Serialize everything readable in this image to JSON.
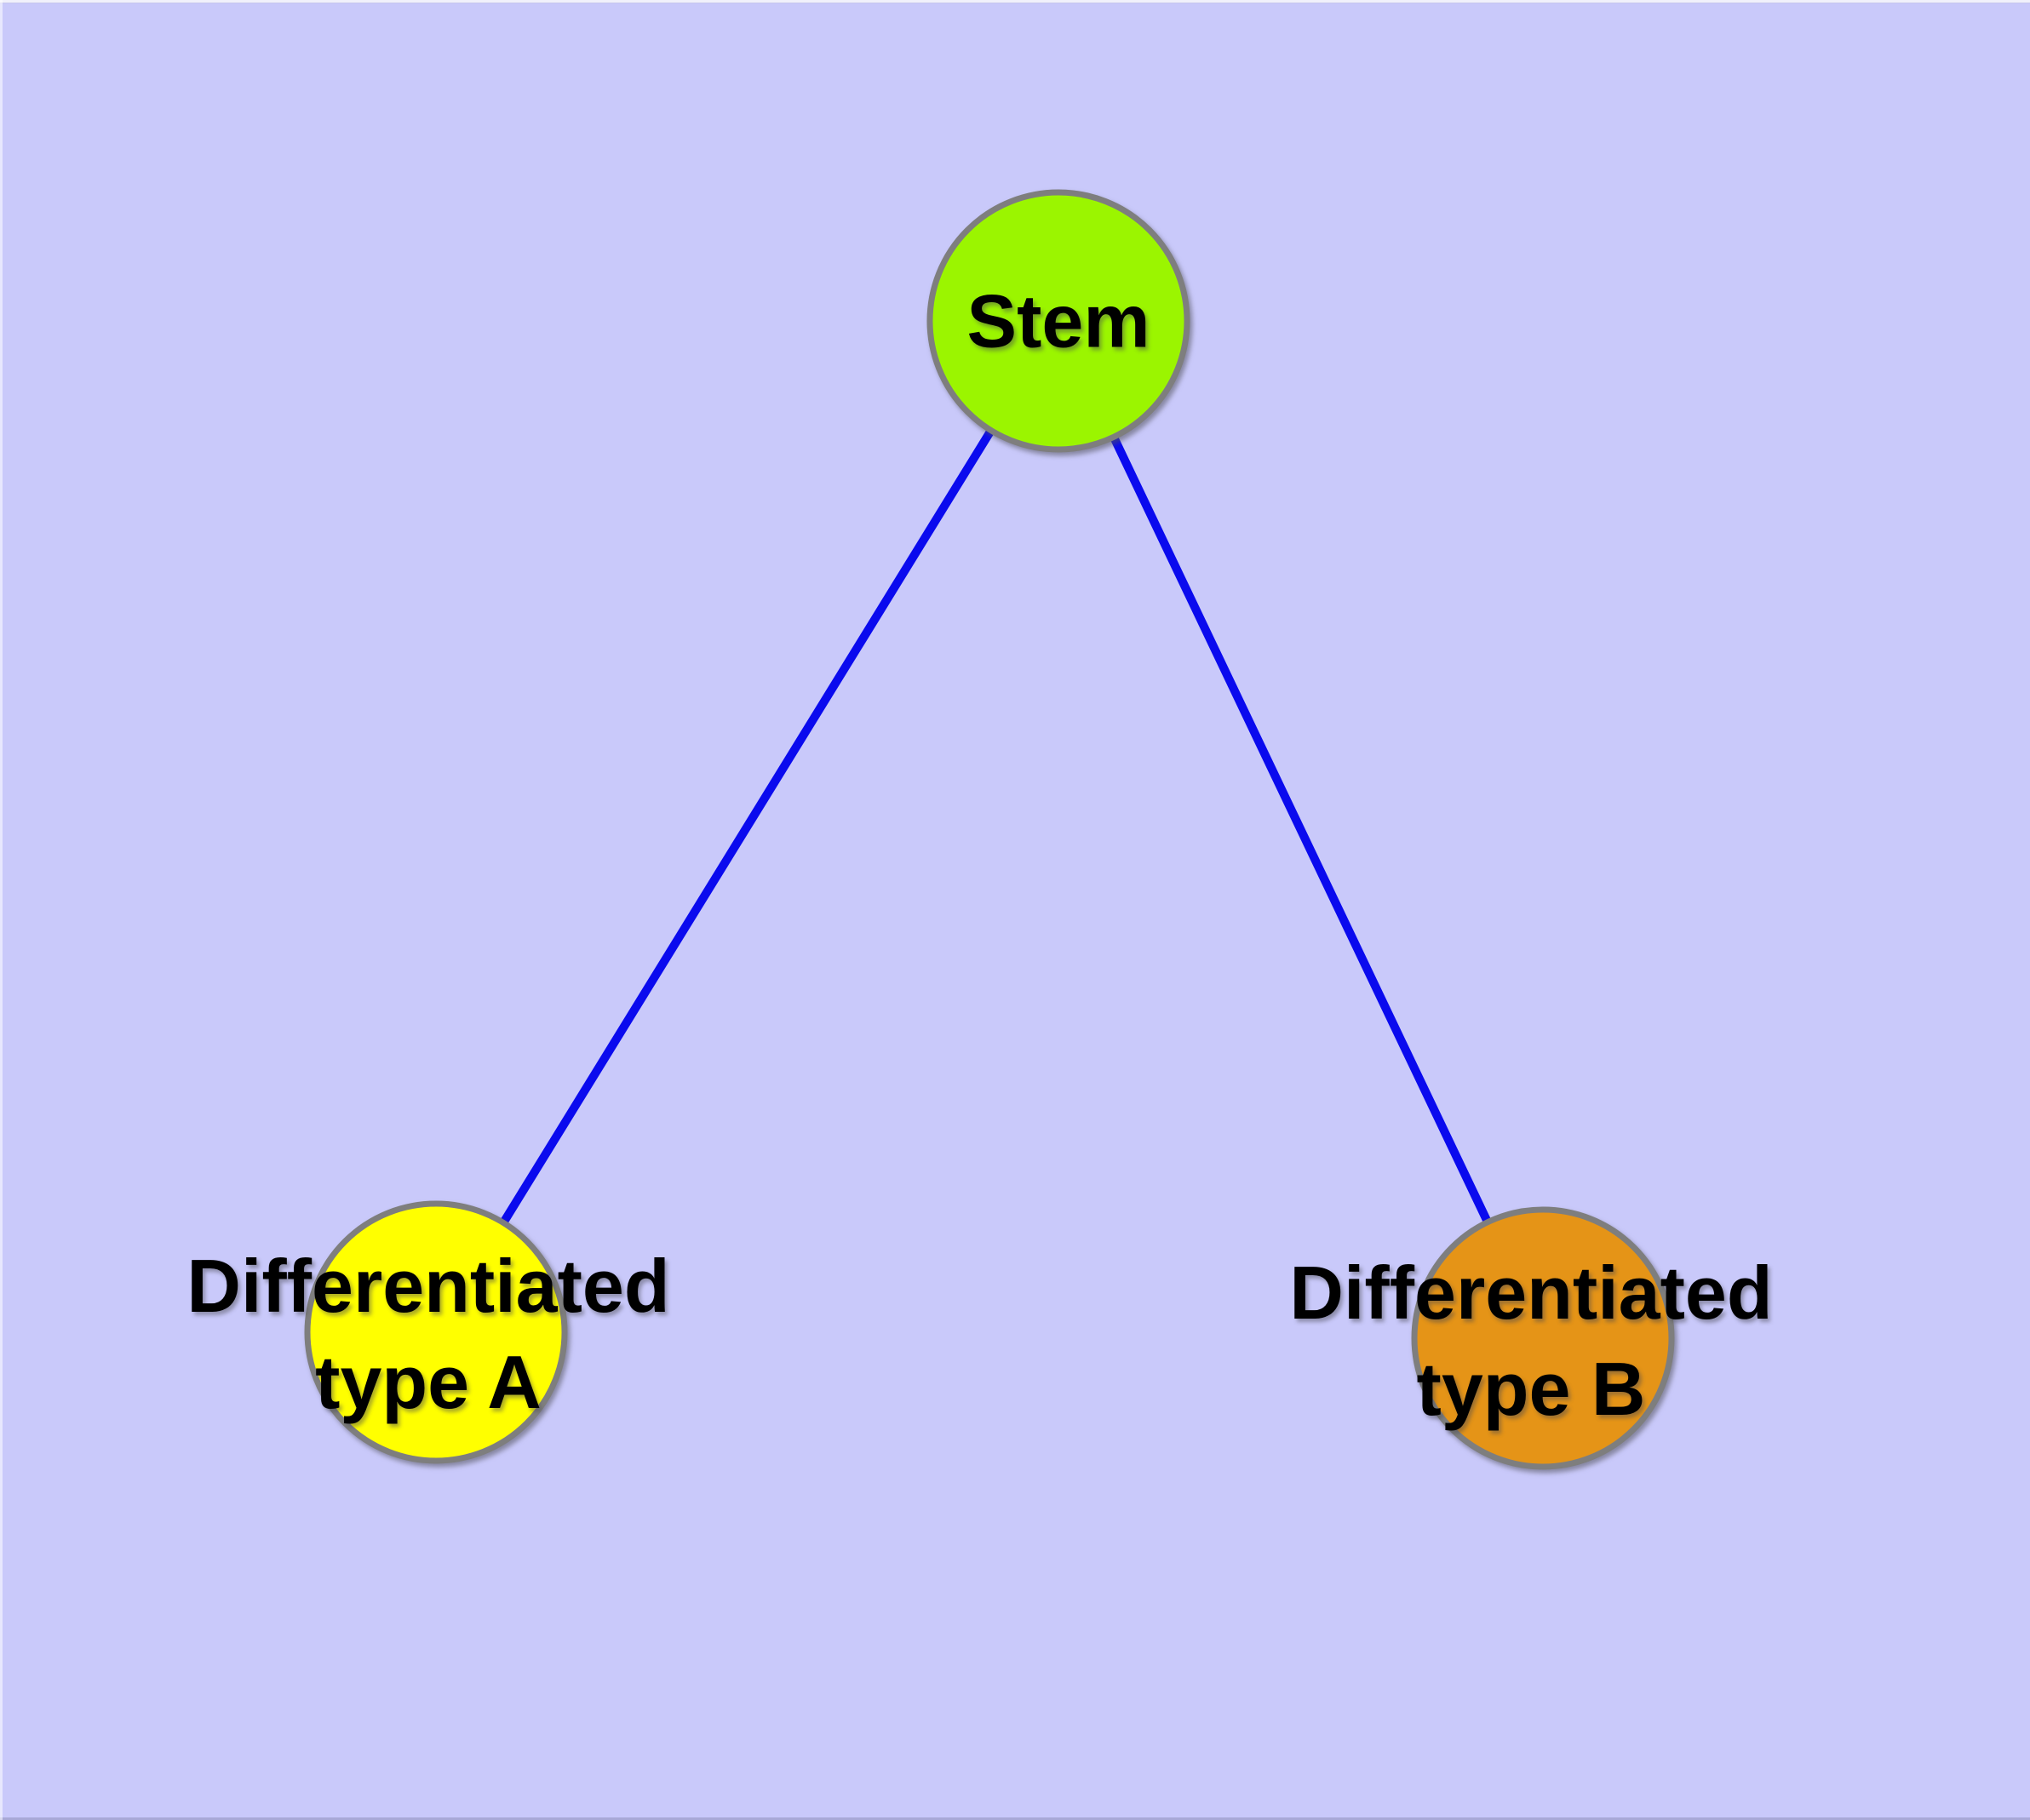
{
  "diagram": {
    "background_color": "#C9C9FA",
    "edge_color": "#0A0AEE",
    "node_border_color": "#7E7E7E",
    "nodes": {
      "stem": {
        "label": "Stem",
        "fill": "#9BF500"
      },
      "type_a": {
        "label_line1": "Differentiated",
        "label_line2": "type A",
        "fill": "#FFFF00"
      },
      "type_b": {
        "label_line1": "Differentiated",
        "label_line2": "type B",
        "fill": "#E59417"
      }
    },
    "edges": [
      {
        "from": "stem",
        "to": "type_a"
      },
      {
        "from": "stem",
        "to": "type_b"
      }
    ]
  }
}
